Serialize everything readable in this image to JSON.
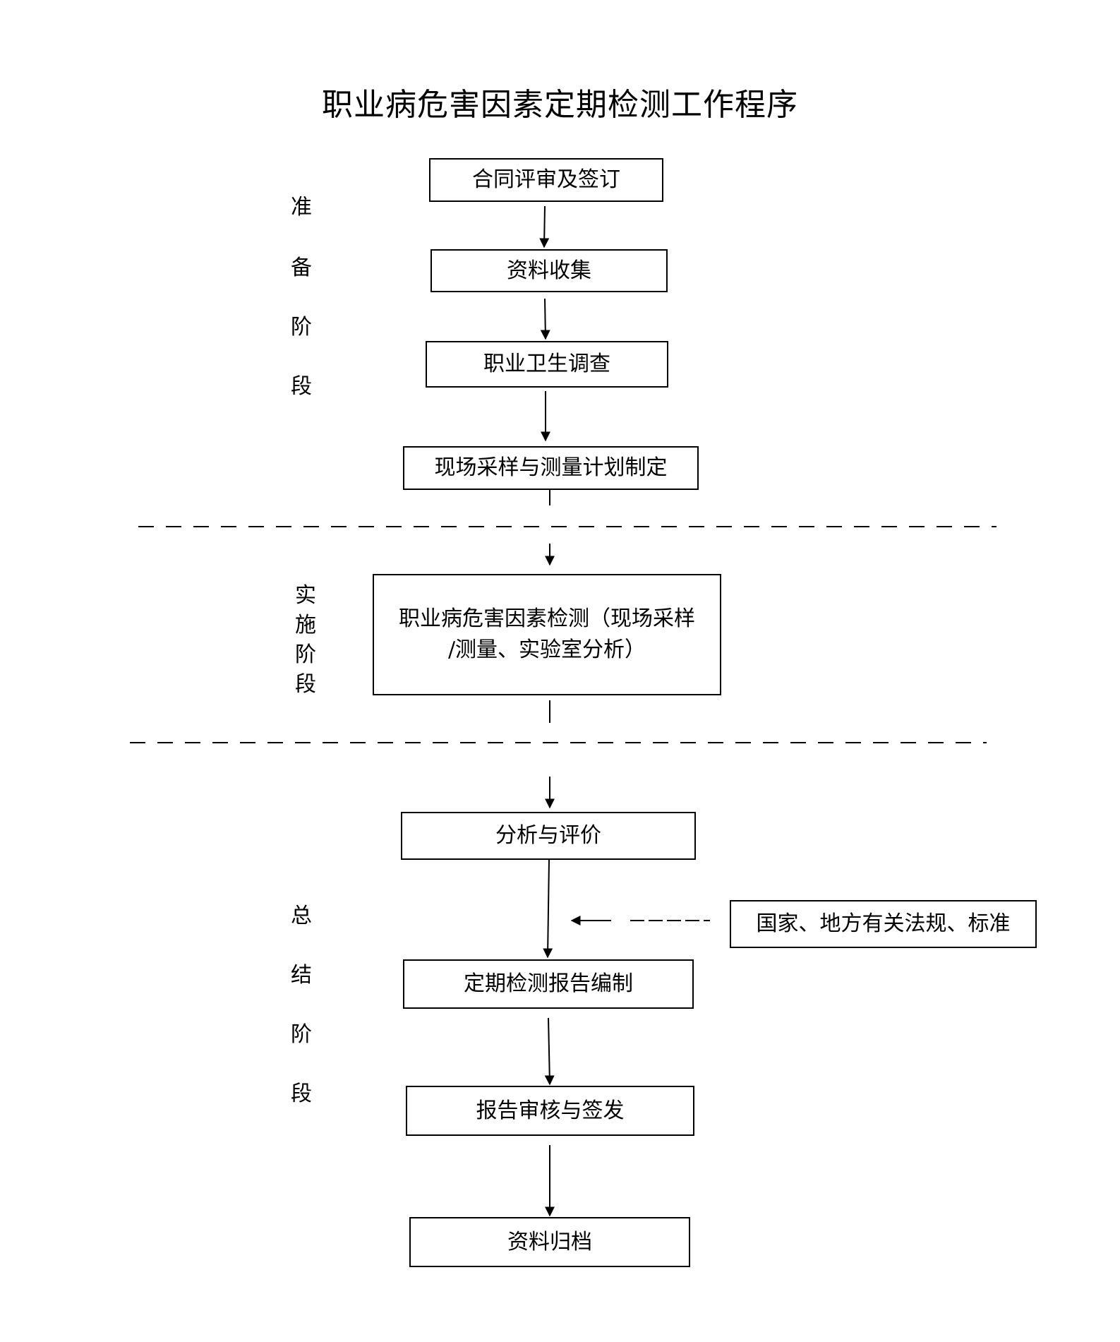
{
  "title": "职业病危害因素定期检测工作程序",
  "stages": {
    "prep": [
      "准",
      "备",
      "阶",
      "段"
    ],
    "impl": [
      "实",
      "施",
      "阶",
      "段"
    ],
    "summary": [
      "总",
      "结",
      "阶",
      "段"
    ]
  },
  "steps": {
    "contract": "合同评审及签订",
    "collect": "资料收集",
    "survey": "职业卫生调查",
    "plan": "现场采样与测量计划制定",
    "detect_line1": "职业病危害因素检测（现场采样",
    "detect_line2": "/测量、实验室分析）",
    "analysis": "分析与评价",
    "standards": "国家、地方有关法规、标准",
    "report": "定期检测报告编制",
    "review": "报告审核与签发",
    "archive": "资料归档"
  }
}
